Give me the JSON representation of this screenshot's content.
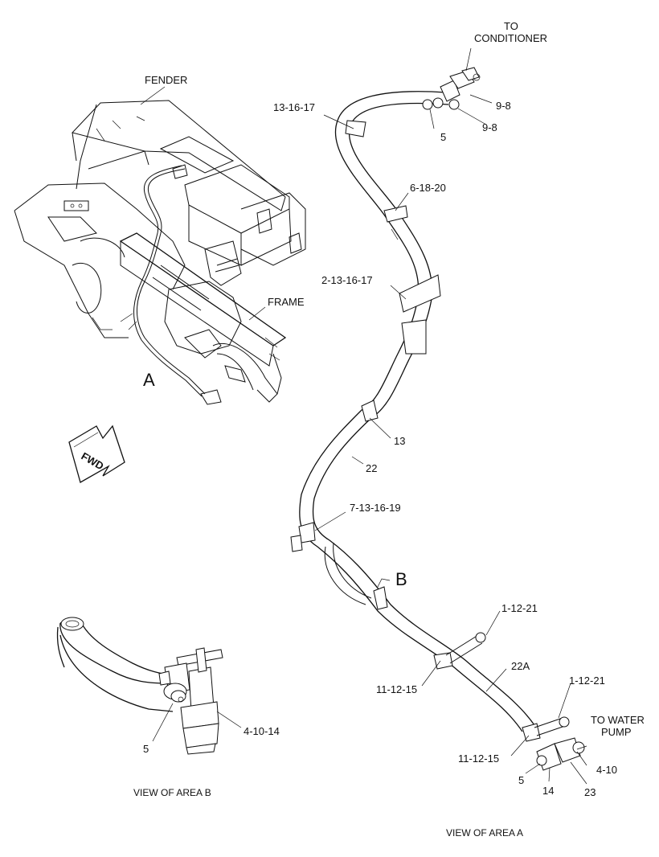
{
  "labels": {
    "fender": "FENDER",
    "frame": "FRAME",
    "area_a": "A",
    "area_b": "B",
    "fwd": "FWD",
    "to_conditioner_1": "TO",
    "to_conditioner_2": "CONDITIONER",
    "to_water_pump_1": "TO WATER",
    "to_water_pump_2": "PUMP",
    "callout_13_16_17": "13-16-17",
    "callout_5_top": "5",
    "callout_9_8_a": "9-8",
    "callout_9_8_b": "9-8",
    "callout_6_18_20": "6-18-20",
    "callout_2_13_16_17": "2-13-16-17",
    "callout_13": "13",
    "callout_22": "22",
    "callout_7_13_16_19": "7-13-16-19",
    "callout_1_12_21_a": "1-12-21",
    "callout_22a": "22A",
    "callout_11_12_15_a": "11-12-15",
    "callout_1_12_21_b": "1-12-21",
    "callout_11_12_15_b": "11-12-15",
    "callout_4_10": "4-10",
    "callout_5_bottom": "5",
    "callout_14": "14",
    "callout_23": "23",
    "callout_4_10_14": "4-10-14",
    "callout_5_view_b": "5",
    "view_area_b": "VIEW OF AREA  B",
    "view_area_a": "VIEW OF AREA  A"
  }
}
